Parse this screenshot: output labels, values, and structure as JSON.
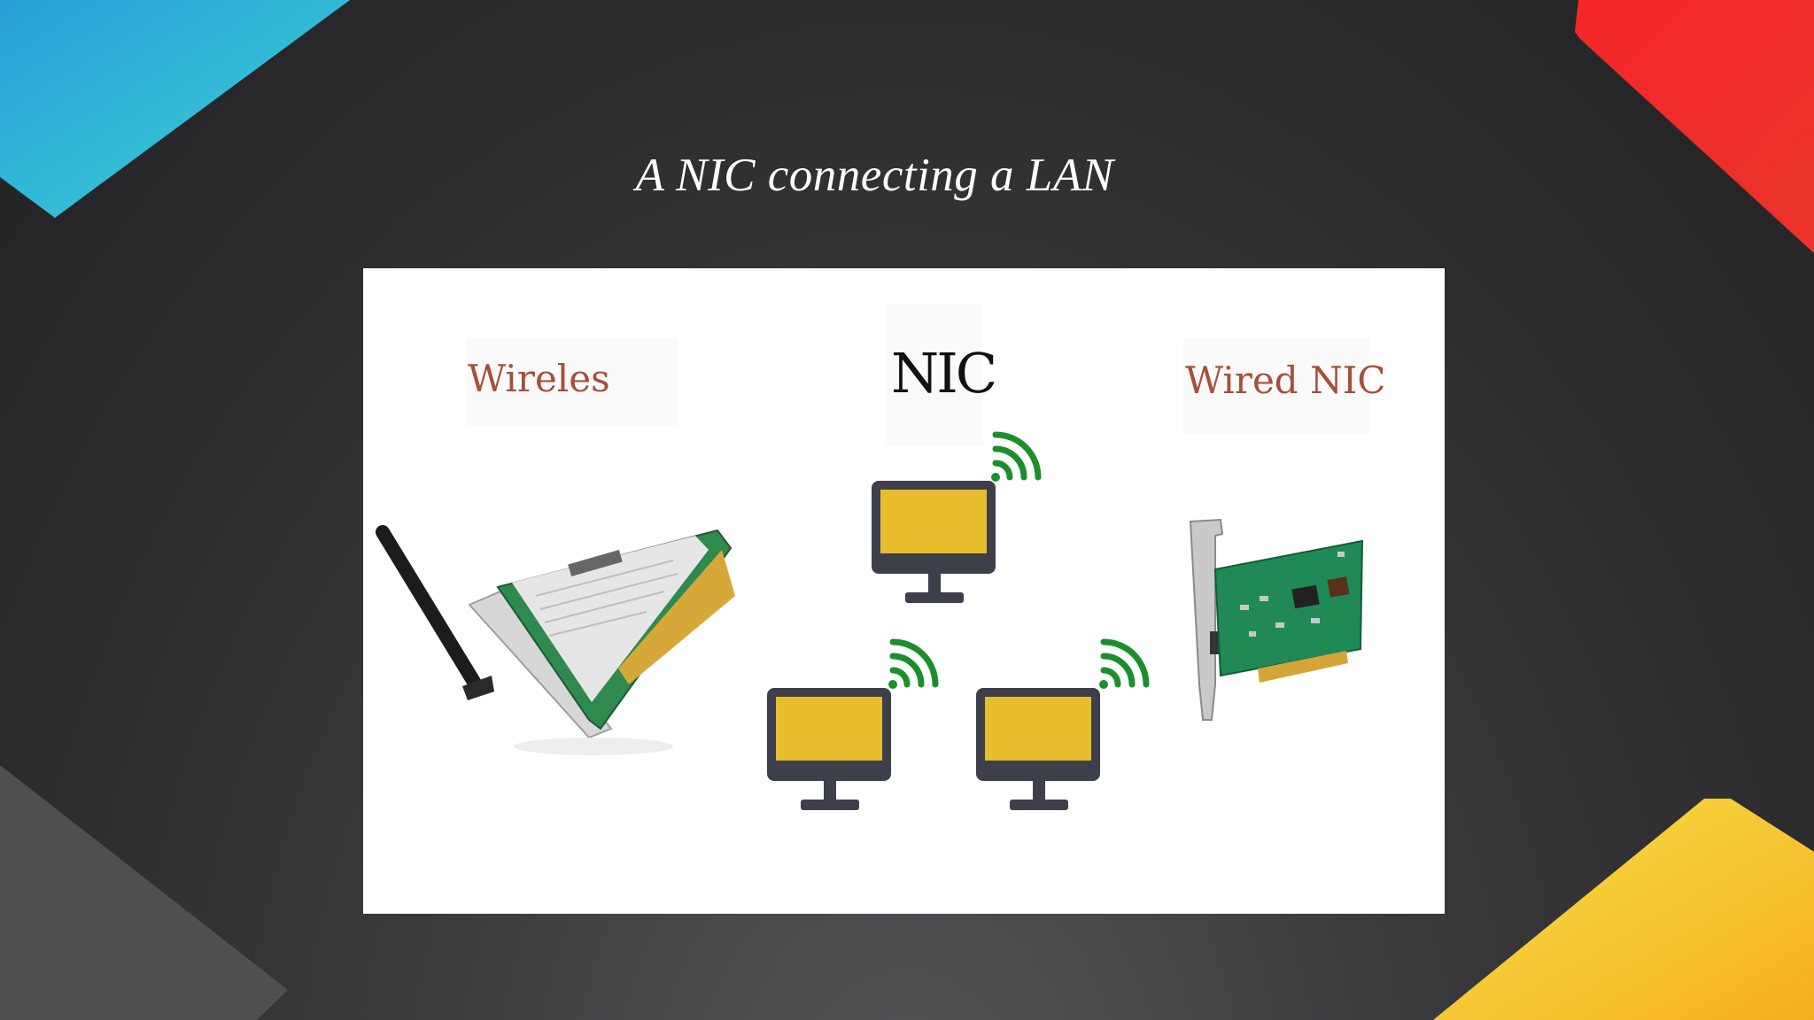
{
  "slide": {
    "title": "A NIC connecting a LAN"
  },
  "figure": {
    "label_wireless": "Wireles",
    "label_center": "NIC",
    "label_wired": "Wired NIC"
  },
  "colors": {
    "corner_top_left": "#2ec4dc",
    "corner_top_right": "#f22a2a",
    "corner_bottom_left": "#555558",
    "corner_bottom_right": "#f7c531",
    "monitor_screen": "#e8bd2e",
    "monitor_frame": "#3d3f4a",
    "wifi_signal": "#1c8f2a"
  },
  "icons": [
    "monitor-icon",
    "wifi-signal-icon",
    "wireless-nic-card",
    "wired-nic-card"
  ]
}
